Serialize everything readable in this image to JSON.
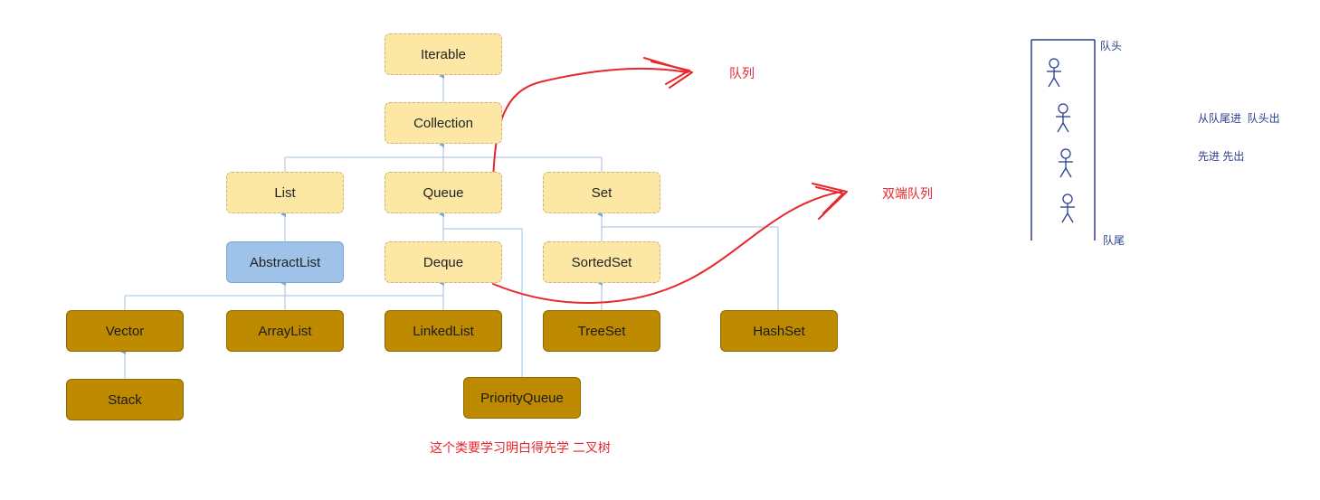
{
  "nodes": {
    "iterable": "Iterable",
    "collection": "Collection",
    "list": "List",
    "queue": "Queue",
    "set": "Set",
    "abstractlist": "AbstractList",
    "deque": "Deque",
    "sortedset": "SortedSet",
    "vector": "Vector",
    "arraylist": "ArrayList",
    "linkedlist": "LinkedList",
    "treeset": "TreeSet",
    "hashset": "HashSet",
    "stack": "Stack",
    "priorityqueue": "PriorityQueue"
  },
  "annotations": {
    "queue_label": "队列",
    "deque_label": "双端队列",
    "priority_note": "这个类要学习明白得先学 二叉树"
  },
  "queue_illustration": {
    "head_label": "队头",
    "tail_label": "队尾",
    "rule_line1": "从队尾进  队头出",
    "rule_line2": "先进 先出"
  },
  "colors": {
    "interface_fill": "#fde7a4",
    "abstract_fill": "#9fc3e8",
    "concrete_fill": "#bd8a00",
    "annotation_red": "#e8262b",
    "queue_blue": "#2b3f8f"
  }
}
